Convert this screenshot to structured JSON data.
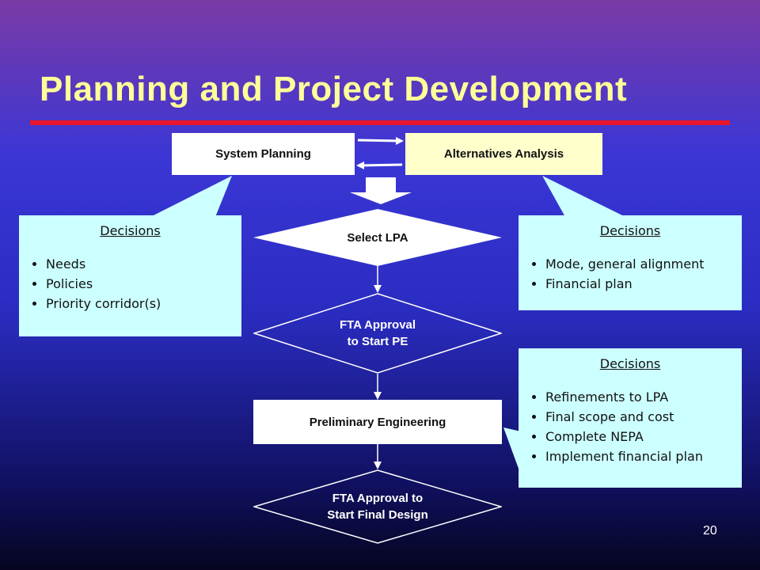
{
  "slide": {
    "title": "Planning and Project Development",
    "page_number": "20"
  },
  "flow": {
    "system_planning": "System Planning",
    "alternatives_analysis": "Alternatives Analysis",
    "select_lpa": "Select LPA",
    "fta_approval_pe": [
      "FTA Approval",
      "to Start PE"
    ],
    "preliminary_engineering": "Preliminary Engineering",
    "fta_approval_fd": [
      "FTA Approval to",
      "Start Final Design"
    ]
  },
  "callouts": {
    "left": {
      "heading": "Decisions",
      "items": [
        "Needs",
        "Policies",
        "Priority corridor(s)"
      ]
    },
    "right_top": {
      "heading": "Decisions",
      "items": [
        "Mode, general alignment",
        "Financial plan"
      ]
    },
    "right_bottom": {
      "heading": "Decisions",
      "items": [
        "Refinements to LPA",
        "Final scope and cost",
        "Complete NEPA",
        "Implement financial plan"
      ]
    }
  },
  "colors": {
    "title": "#ffff99",
    "title_rule": "#e8162b",
    "callout_fill": "#ccffff",
    "alternatives_fill": "#ffffcc"
  }
}
